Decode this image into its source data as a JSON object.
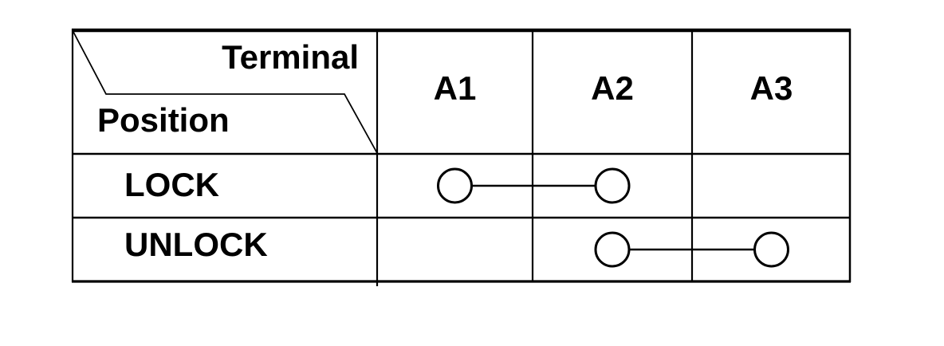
{
  "table": {
    "corner": {
      "top_label": "Terminal",
      "bottom_label": "Position"
    },
    "columns": [
      "A1",
      "A2",
      "A3"
    ],
    "rows": [
      {
        "position": "LOCK",
        "connected_terminals": [
          "A1",
          "A2"
        ]
      },
      {
        "position": "UNLOCK",
        "connected_terminals": [
          "A2",
          "A3"
        ]
      }
    ],
    "legend_note": "",
    "colors": {
      "line": "#000000",
      "text": "#000000",
      "background": "#ffffff"
    }
  }
}
